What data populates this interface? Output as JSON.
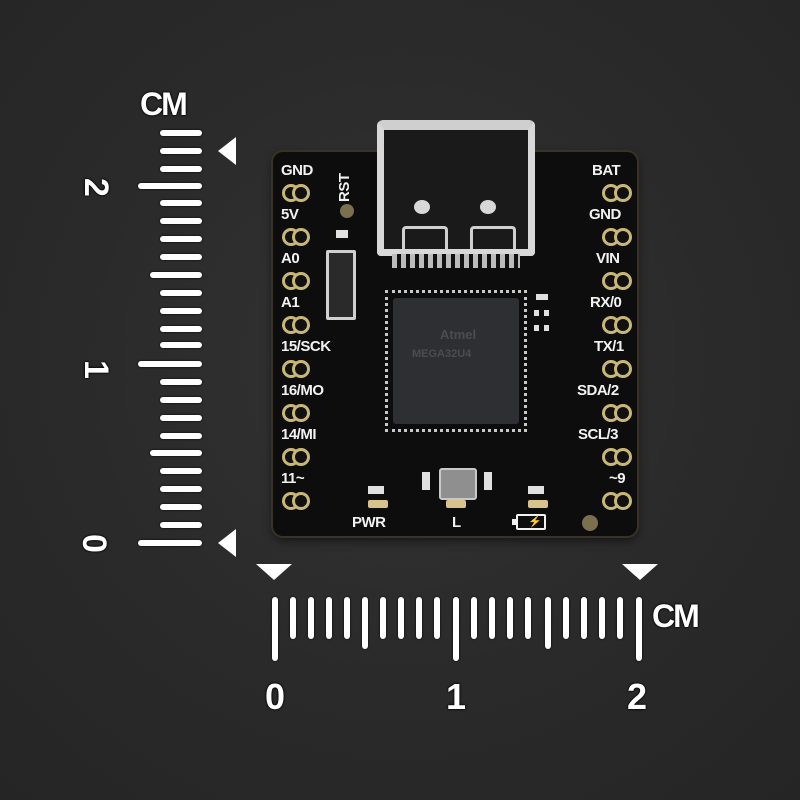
{
  "scene": {
    "background_color": "#2b2b2b",
    "board_color": "#0d0d0d",
    "pad_color": "#c9b777"
  },
  "vertical_ruler": {
    "unit_label": "CM",
    "tick_labels": [
      "2",
      "1",
      "0"
    ]
  },
  "horizontal_ruler": {
    "unit_label": "CM",
    "tick_labels": [
      "0",
      "1",
      "2"
    ]
  },
  "board": {
    "left_pins": [
      "GND",
      "5V",
      "A0",
      "A1",
      "15/SCK",
      "16/MO",
      "14/MI",
      "11~"
    ],
    "right_pins": [
      "BAT",
      "GND",
      "VIN",
      "RX/0",
      "TX/1",
      "SDA/2",
      "SCL/3",
      "~9"
    ],
    "reset_label": "RST",
    "chip_brand": "Atmel",
    "chip_model": "MEGA32U4",
    "leds": {
      "power": "PWR",
      "user": "L",
      "charge_icon": "battery-charge-icon"
    },
    "connector": "usb-type-c"
  }
}
